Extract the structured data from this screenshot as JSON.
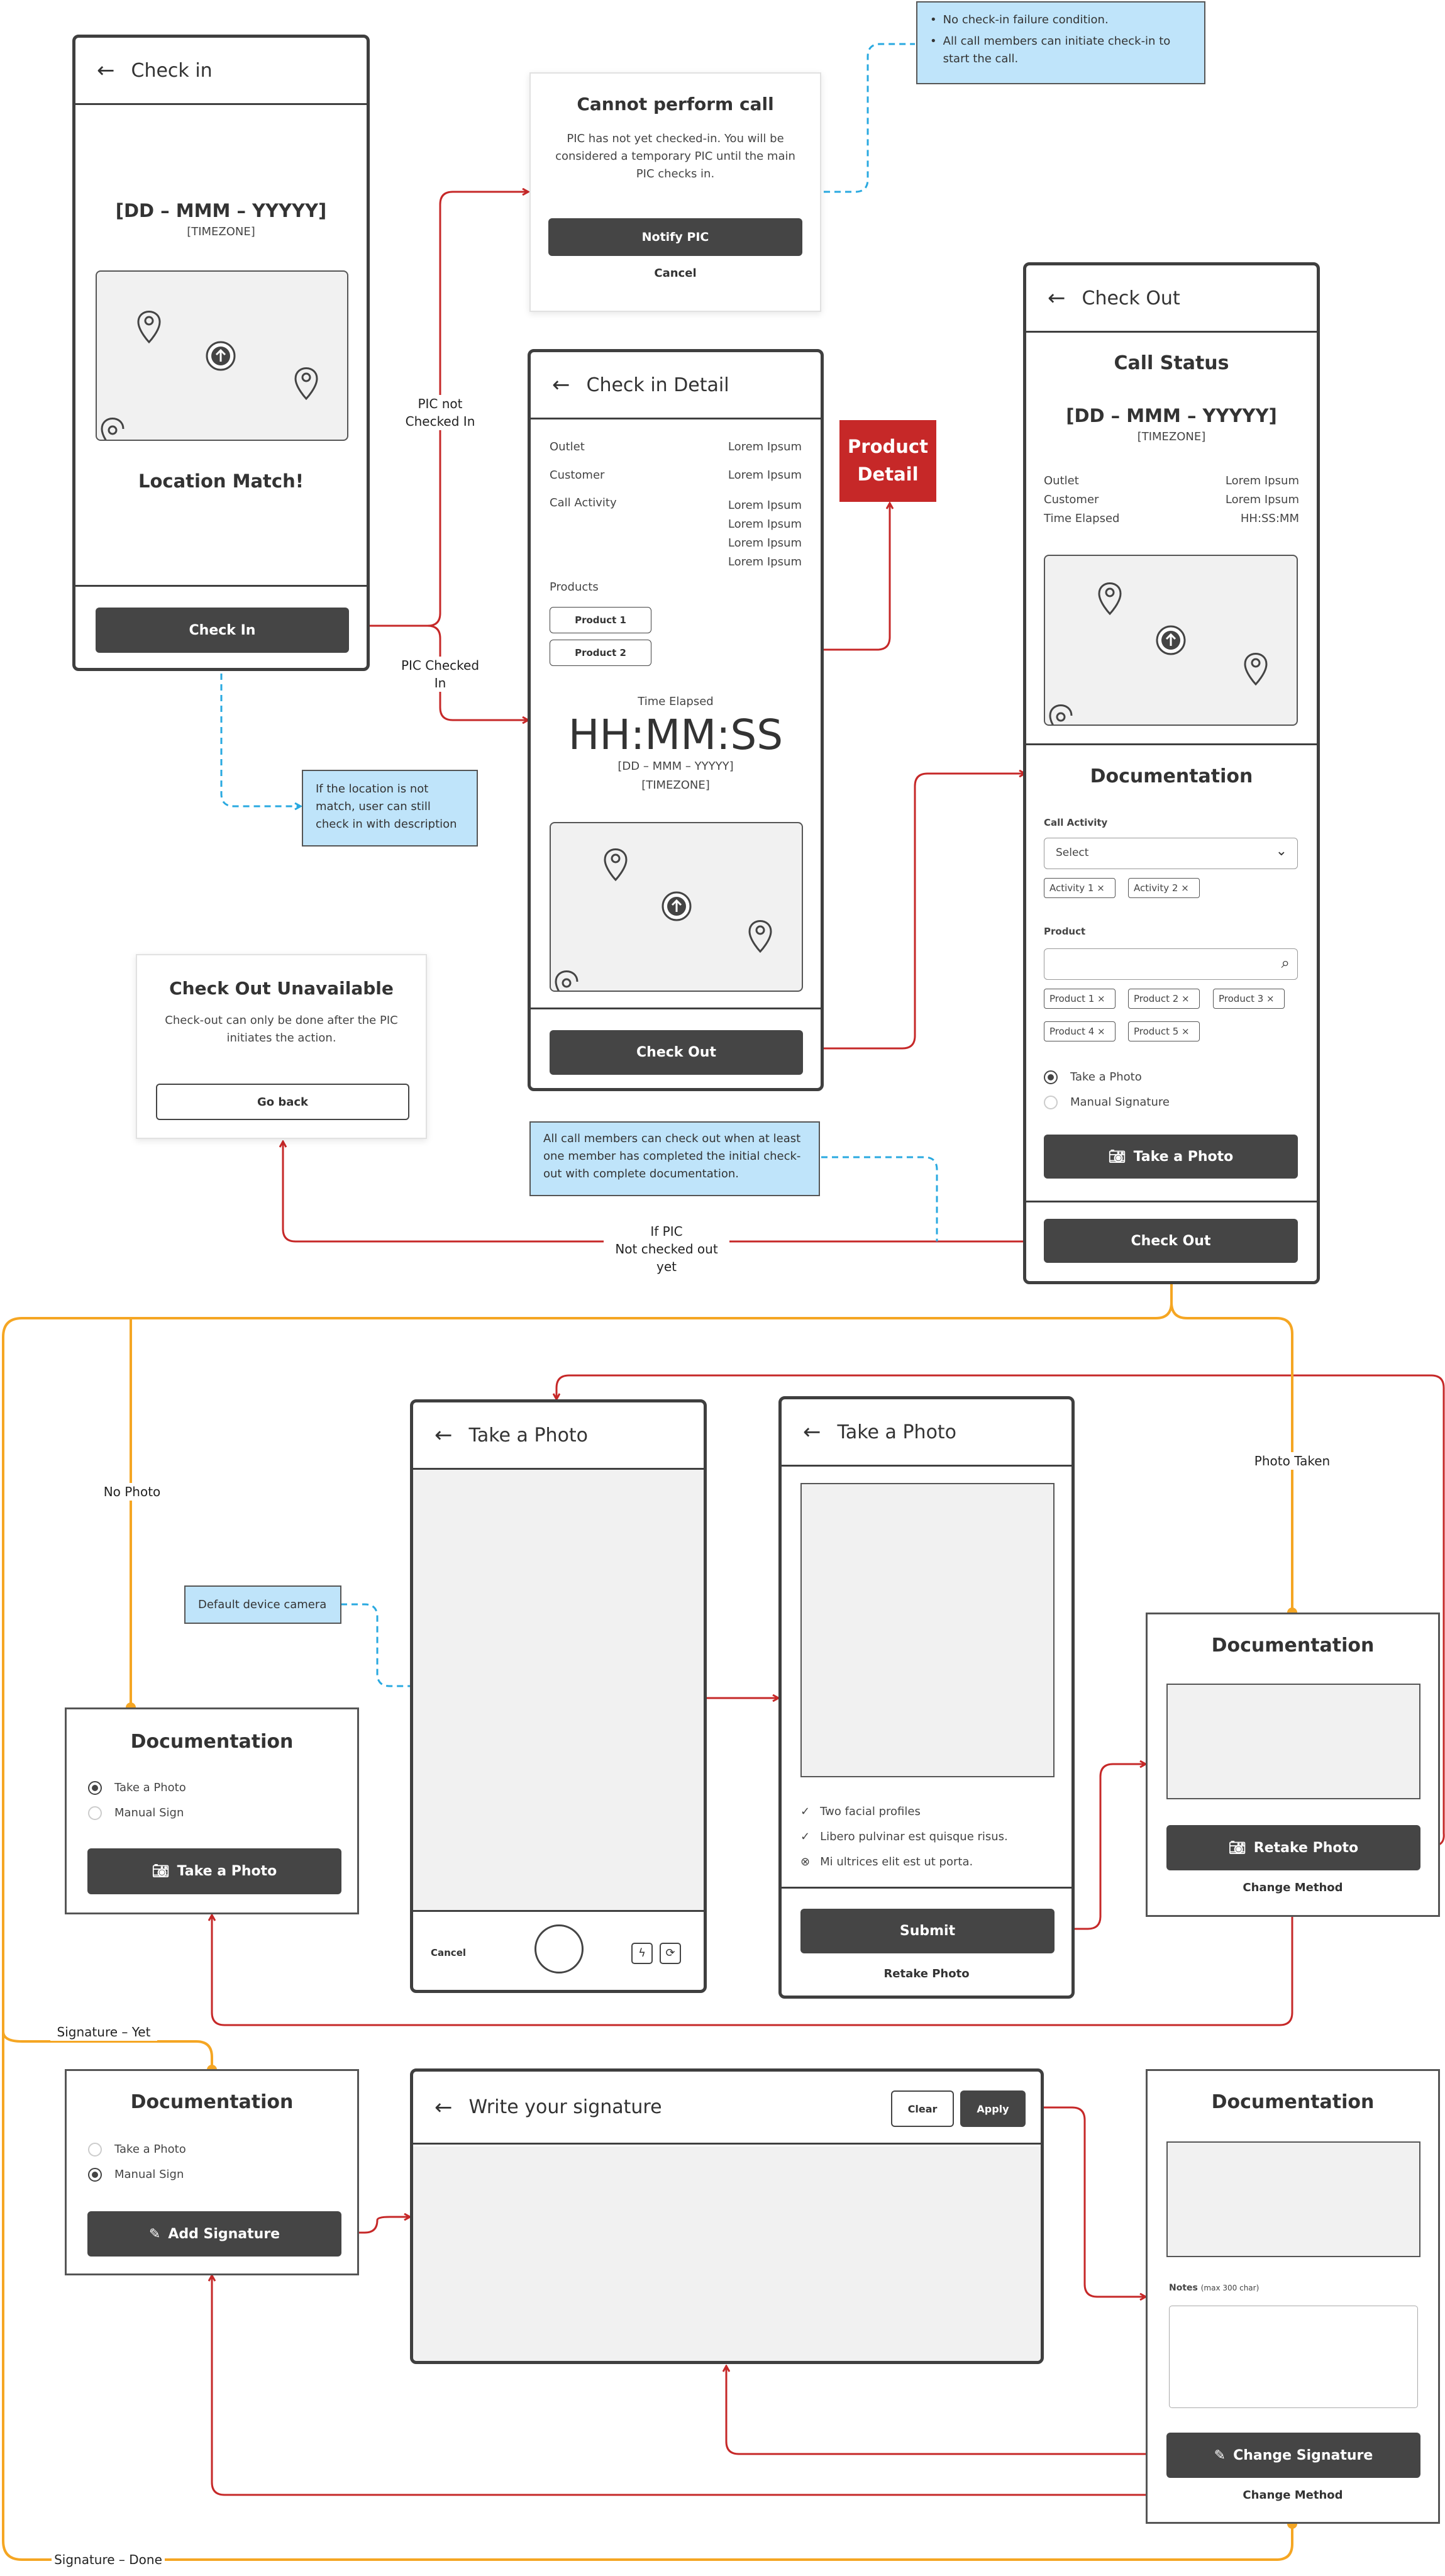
{
  "colors": {
    "flow_red": "#c62828",
    "flow_blue": "#29a9e0",
    "flow_orange": "#f5a623",
    "note_blue": "#bfe4fa",
    "dark_button": "#454545",
    "accent_red": "#c62828"
  },
  "check_in": {
    "title": "Check in",
    "date": "[DD – MMM – YYYYY]",
    "timezone": "[TIMEZONE]",
    "status": "Location Match!",
    "button": "Check In"
  },
  "cannot_call": {
    "title": "Cannot perform call",
    "body": "PIC has not yet checked-in. You will be considered a temporary PIC until the main PIC checks in.",
    "primary": "Notify PIC",
    "secondary": "Cancel"
  },
  "note_top": {
    "items": [
      "No check-in failure condition.",
      "All call members can initiate check-in to start the call."
    ]
  },
  "check_in_detail": {
    "title": "Check in Detail",
    "rows": [
      {
        "label": "Outlet",
        "value": "Lorem Ipsum"
      },
      {
        "label": "Customer",
        "value": "Lorem Ipsum"
      },
      {
        "label": "Call Activity",
        "value": "Lorem Ipsum"
      }
    ],
    "extra_values": [
      "Lorem Ipsum",
      "Lorem Ipsum",
      "Lorem Ipsum"
    ],
    "products_label": "Products",
    "products": [
      "Product 1",
      "Product 2"
    ],
    "time_label": "Time Elapsed",
    "time": "HH:MM:SS",
    "date": "[DD – MMM – YYYYY]",
    "timezone": "[TIMEZONE]",
    "button": "Check Out"
  },
  "product_detail": "Product Detail",
  "flow_labels": {
    "pic_not": "PIC not Checked In",
    "pic_in": "PIC Checked In",
    "if_pic": "If PIC",
    "not_checked_out": "Not checked out yet",
    "no_photo": "No Photo",
    "photo_taken": "Photo Taken",
    "sig_yet": "Signature – Yet",
    "sig_done": "Signature – Done"
  },
  "note_location": "If the location is not match, user can still check in with description",
  "note_checkout": "All call members can check out when at least one member has completed the initial check-out with complete documentation.",
  "note_camera": "Default device camera",
  "checkout_unavailable": {
    "title": "Check Out Unavailable",
    "body": "Check-out can only be done after the PIC initiates the action.",
    "button": "Go back"
  },
  "check_out": {
    "title": "Check Out",
    "status_title": "Call Status",
    "date": "[DD – MMM – YYYYY]",
    "timezone": "[TIMEZONE]",
    "rows": [
      {
        "label": "Outlet",
        "value": "Lorem Ipsum"
      },
      {
        "label": "Customer",
        "value": "Lorem Ipsum"
      },
      {
        "label": "Time Elapsed",
        "value": "HH:SS:MM"
      }
    ],
    "doc_title": "Documentation",
    "call_activity_label": "Call Activity",
    "select_placeholder": "Select",
    "activities": [
      "Activity 1",
      "Activity 2"
    ],
    "product_label": "Product",
    "products": [
      "Product 1",
      "Product 2",
      "Product 3",
      "Product 4",
      "Product 5"
    ],
    "opt_photo": "Take a Photo",
    "opt_sign": "Manual Signature",
    "photo_button": "Take a Photo",
    "button": "Check Out"
  },
  "doc_photo": {
    "title": "Documentation",
    "opt_photo": "Take a Photo",
    "opt_sign": "Manual Sign",
    "button": "Take a Photo"
  },
  "camera": {
    "title": "Take a Photo",
    "cancel": "Cancel"
  },
  "photo_review": {
    "title": "Take a Photo",
    "checks": [
      "Two facial profiles",
      "Libero pulvinar est quisque risus.",
      "Mi ultrices elit est ut porta."
    ],
    "submit": "Submit",
    "retake": "Retake Photo"
  },
  "doc_result": {
    "title": "Documentation",
    "button": "Retake Photo",
    "link": "Change Method"
  },
  "doc_sign": {
    "title": "Documentation",
    "opt_photo": "Take a Photo",
    "opt_sign": "Manual Sign",
    "button": "Add Signature"
  },
  "signature": {
    "title": "Write your signature",
    "clear": "Clear",
    "apply": "Apply"
  },
  "doc_sign_result": {
    "title": "Documentation",
    "notes_label": "Notes",
    "notes_hint": "(max 300 char)",
    "button": "Change Signature",
    "link": "Change Method"
  }
}
